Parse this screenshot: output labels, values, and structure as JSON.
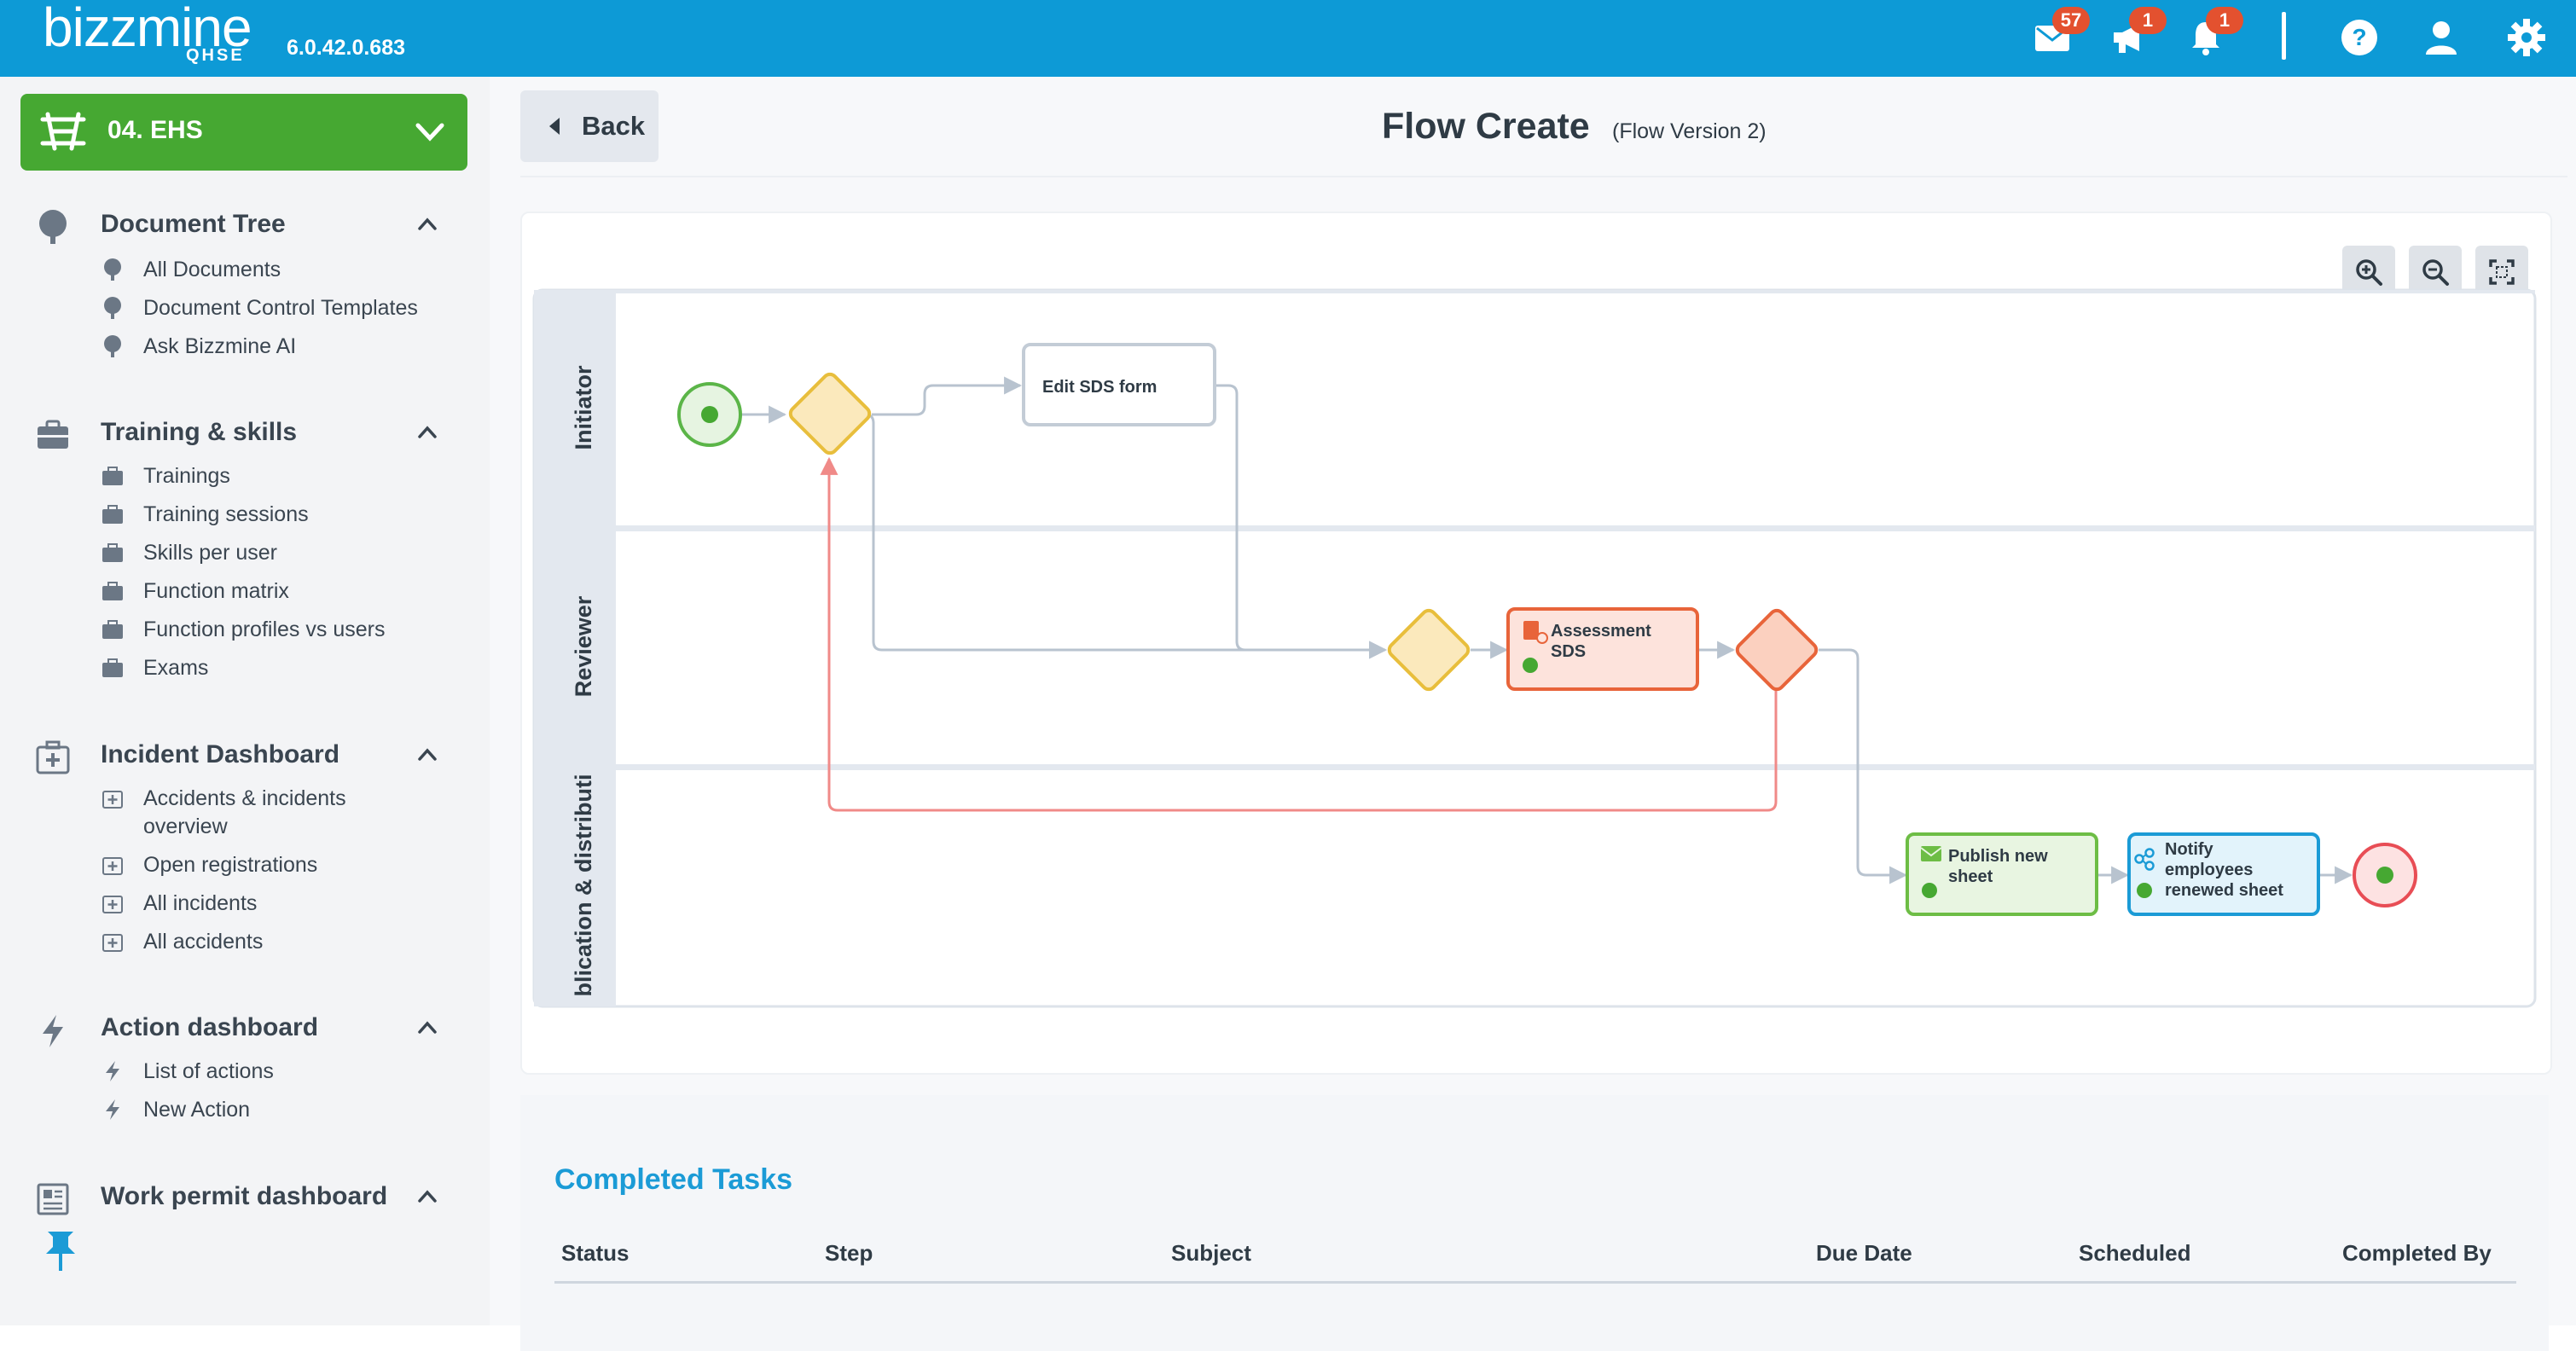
{
  "app": {
    "logo_text": "bizzmine",
    "logo_sub": "QHSE",
    "version": "6.0.42.0.683"
  },
  "topbar": {
    "mail_badge": "57",
    "announce_badge": "1",
    "bell_badge": "1",
    "icons": [
      "mail-icon",
      "megaphone-icon",
      "bell-icon",
      "help-icon",
      "user-icon",
      "gear-icon"
    ]
  },
  "workspace": {
    "label": "04. EHS"
  },
  "sidebar": {
    "sections": [
      {
        "title": "Document Tree",
        "icon": "tree-icon",
        "items": [
          "All Documents",
          "Document Control Templates",
          "Ask Bizzmine AI"
        ]
      },
      {
        "title": "Training & skills",
        "icon": "briefcase-icon",
        "items": [
          "Trainings",
          "Training sessions",
          "Skills per user",
          "Function matrix",
          "Function profiles vs users",
          "Exams"
        ]
      },
      {
        "title": "Incident Dashboard",
        "icon": "medical-kit-icon",
        "items": [
          "Accidents & incidents overview",
          "Open registrations",
          "All incidents",
          "All accidents"
        ]
      },
      {
        "title": "Action dashboard",
        "icon": "lightning-icon",
        "items": [
          "List of actions",
          "New Action"
        ]
      },
      {
        "title": "Work permit dashboard",
        "icon": "newspaper-icon",
        "items": []
      }
    ]
  },
  "page": {
    "back_label": "Back",
    "title": "Flow Create",
    "subtitle": "(Flow Version 2)"
  },
  "flow": {
    "lanes": [
      "Initiator",
      "Reviewer",
      "blication & distributi"
    ],
    "steps": {
      "edit": "Edit SDS form",
      "assessment": "Assessment SDS",
      "publish": "Publish new sheet",
      "notify": "Notify employees renewed sheet"
    },
    "colors": {
      "start": "#5bb548",
      "gateway": "#f2c94c",
      "assessment": "#e8643a",
      "publish": "#6dbd45",
      "notify": "#1b9bd6",
      "end": "#e84d55",
      "return_path": "#f08a88"
    }
  },
  "tasks": {
    "title": "Completed Tasks",
    "columns": [
      "Status",
      "Step",
      "Subject",
      "Due Date",
      "Scheduled",
      "Completed By"
    ]
  }
}
